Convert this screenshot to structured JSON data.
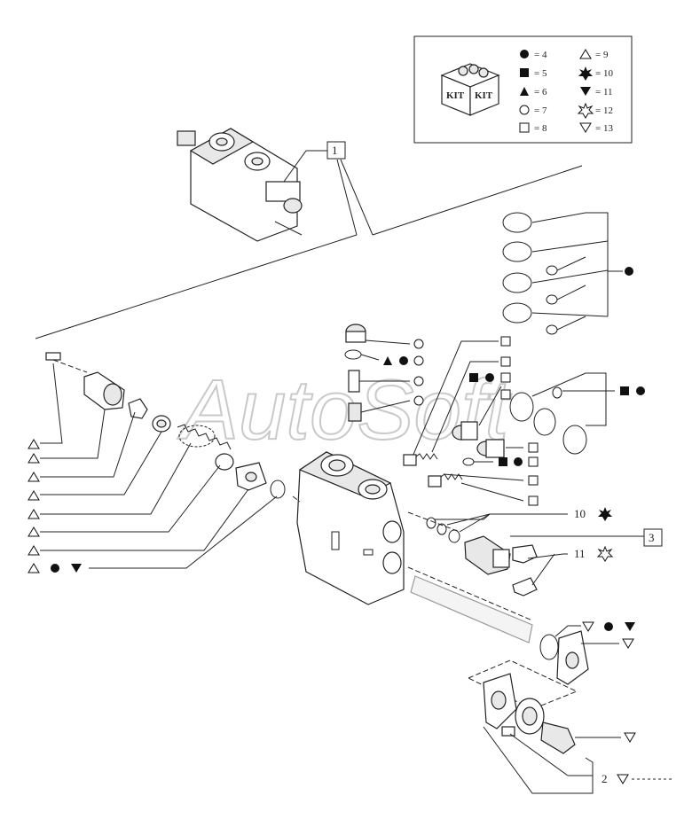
{
  "watermark": "AutoSoft",
  "kit_box": {
    "badge_text_left": "KIT",
    "badge_text_right": "KIT",
    "legend": [
      {
        "symbol": "filled-circle",
        "text": "= 4"
      },
      {
        "symbol": "outline-triangle",
        "text": "= 9"
      },
      {
        "symbol": "filled-square",
        "text": "= 5"
      },
      {
        "symbol": "filled-star",
        "text": "= 10"
      },
      {
        "symbol": "filled-triangle",
        "text": "= 6"
      },
      {
        "symbol": "filled-inverted-triangle",
        "text": "= 11"
      },
      {
        "symbol": "outline-circle",
        "text": "= 7"
      },
      {
        "symbol": "outline-star",
        "text": "= 12"
      },
      {
        "symbol": "outline-square",
        "text": "= 8"
      },
      {
        "symbol": "outline-inverted-triangle",
        "text": "= 13"
      }
    ]
  },
  "callouts": {
    "ref_1": "1",
    "ref_2": "2",
    "ref_3": "3",
    "ref_10": "10",
    "ref_11": "11"
  },
  "colors": {
    "line": "#222222",
    "watermark": "#c9c9c9"
  }
}
